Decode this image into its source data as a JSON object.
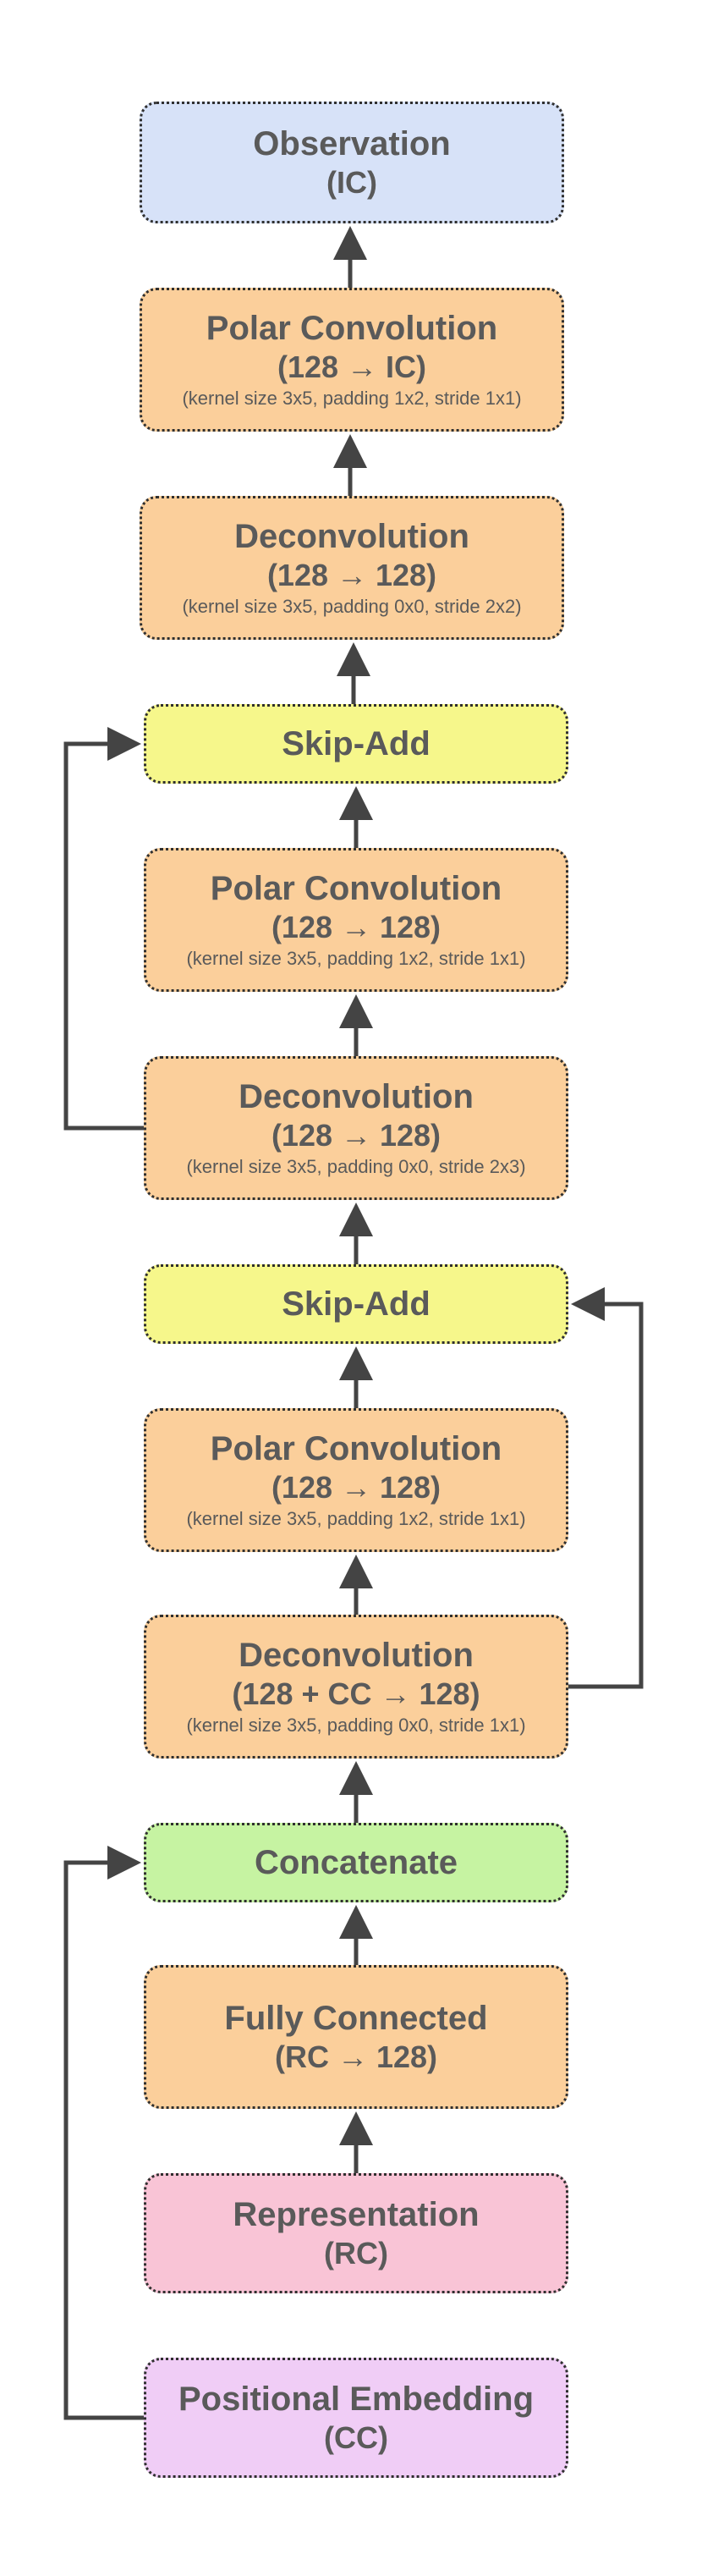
{
  "colors": {
    "observation": "#d7e2f8",
    "layer": "#fbcf9b",
    "skip_add": "#f6f78b",
    "concatenate": "#c6f3a2",
    "representation": "#f9c4d6",
    "positional_embedding": "#f0cdf6",
    "arrow": "#444444",
    "text": "#5a5a5a"
  },
  "nodes": [
    {
      "id": "observation",
      "title": "Observation",
      "sub": "(IC)"
    },
    {
      "id": "polar-conv-1",
      "title": "Polar Convolution",
      "sub": "(128 → IC)",
      "params": "(kernel size 3x5, padding 1x2, stride 1x1)"
    },
    {
      "id": "deconv-1",
      "title": "Deconvolution",
      "sub": "(128 → 128)",
      "params": "(kernel size 3x5, padding 0x0, stride 2x2)"
    },
    {
      "id": "skip-add-1",
      "title": "Skip-Add"
    },
    {
      "id": "polar-conv-2",
      "title": "Polar Convolution",
      "sub": "(128 → 128)",
      "params": "(kernel size 3x5, padding 1x2, stride 1x1)"
    },
    {
      "id": "deconv-2",
      "title": "Deconvolution",
      "sub": "(128 → 128)",
      "params": "(kernel size 3x5, padding 0x0, stride 2x3)"
    },
    {
      "id": "skip-add-2",
      "title": "Skip-Add"
    },
    {
      "id": "polar-conv-3",
      "title": "Polar Convolution",
      "sub": "(128 → 128)",
      "params": "(kernel size 3x5, padding 1x2, stride 1x1)"
    },
    {
      "id": "deconv-3",
      "title": "Deconvolution",
      "sub": "(128 + CC → 128)",
      "params": "(kernel size 3x5, padding 0x0, stride 1x1)"
    },
    {
      "id": "concatenate",
      "title": "Concatenate"
    },
    {
      "id": "fully-connected",
      "title": "Fully Connected",
      "sub": "(RC → 128)"
    },
    {
      "id": "representation",
      "title": "Representation",
      "sub": "(RC)"
    },
    {
      "id": "positional-embedding",
      "title": "Positional Embedding",
      "sub": "(CC)"
    }
  ],
  "edges": [
    {
      "from": "polar-conv-1",
      "to": "observation"
    },
    {
      "from": "deconv-1",
      "to": "polar-conv-1"
    },
    {
      "from": "skip-add-1",
      "to": "deconv-1"
    },
    {
      "from": "polar-conv-2",
      "to": "skip-add-1"
    },
    {
      "from": "deconv-2",
      "to": "polar-conv-2"
    },
    {
      "from": "skip-add-2",
      "to": "deconv-2"
    },
    {
      "from": "polar-conv-3",
      "to": "skip-add-2"
    },
    {
      "from": "deconv-3",
      "to": "polar-conv-3"
    },
    {
      "from": "concatenate",
      "to": "deconv-3"
    },
    {
      "from": "fully-connected",
      "to": "concatenate"
    },
    {
      "from": "representation",
      "to": "fully-connected"
    },
    {
      "from": "deconv-2",
      "to": "skip-add-1",
      "route": "left"
    },
    {
      "from": "deconv-3",
      "to": "skip-add-2",
      "route": "right"
    },
    {
      "from": "positional-embedding",
      "to": "concatenate",
      "route": "left"
    }
  ]
}
